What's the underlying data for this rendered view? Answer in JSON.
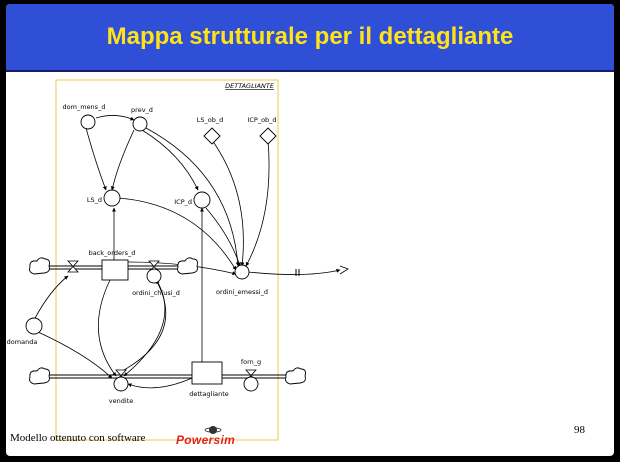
{
  "slide": {
    "title": "Mappa strutturale per il dettagliante",
    "footer_caption": "Modello ottenuto con software",
    "logo_text": "Powersim",
    "page_number": "98"
  },
  "diagram": {
    "sector_label": "DETTAGLIANTE",
    "auxiliaries": {
      "dom_mens_d": "dom_mens_d",
      "prev_d": "prev_d",
      "LS_d": "LS_d",
      "ICP_d": "ICP_d",
      "domanda": "domanda"
    },
    "constants": {
      "LS_ob_d": "LS_ob_d",
      "ICP_ob_d": "ICP_ob_d"
    },
    "levels": {
      "back_orders_d": "back_orders_d",
      "dettagliante": "dettagliante"
    },
    "flows": {
      "ordini_chiusi_d": "ordini_chiusi_d",
      "ordini_emessi_d": "ordini_emessi_d",
      "vendite": "vendite",
      "forn_g": "forn_g"
    },
    "colors": {
      "sector_border": "#f2d36b",
      "title_bar": "#2f4fd7",
      "title_text": "#ffe31a"
    }
  }
}
